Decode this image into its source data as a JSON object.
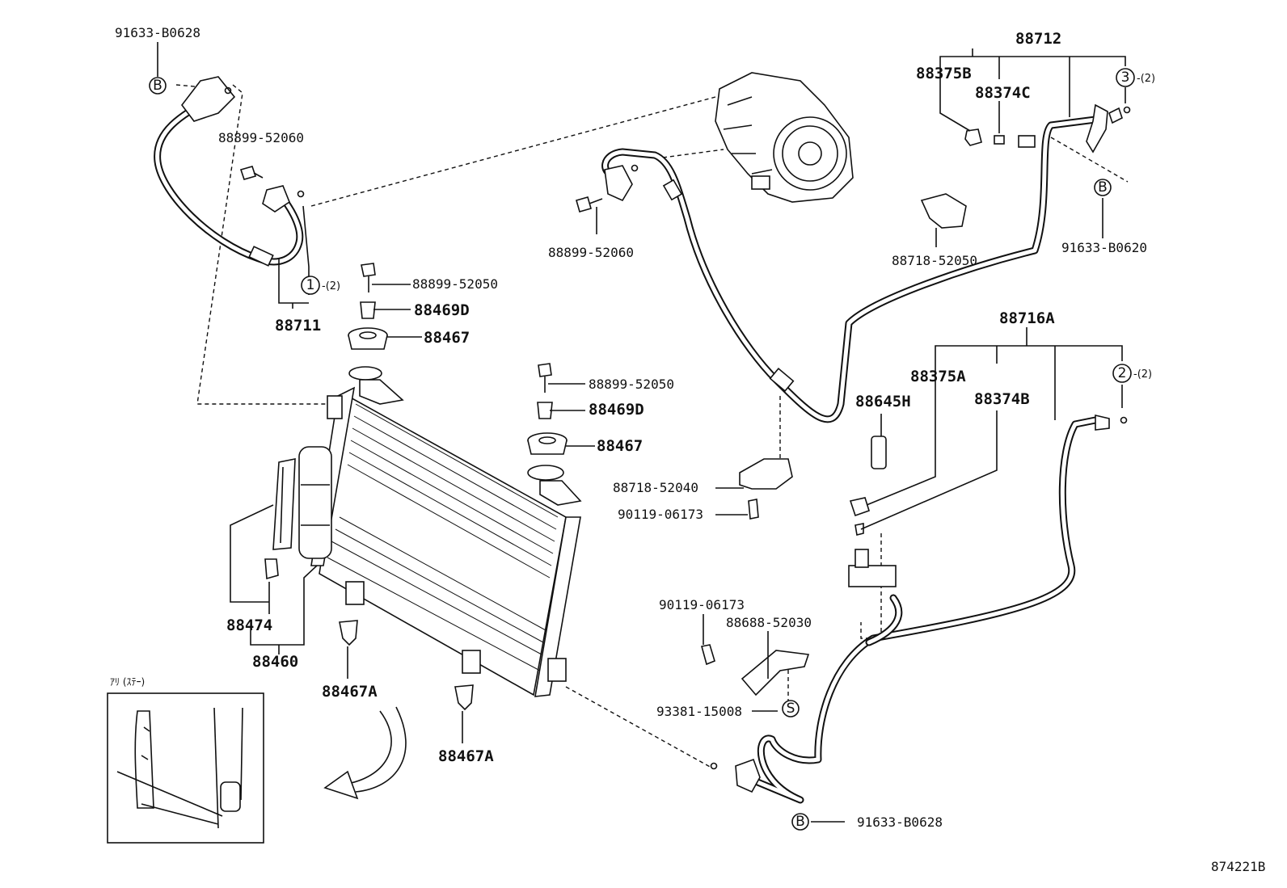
{
  "labels": {
    "p91633_b0628_top": "91633-B0628",
    "p88899_52060_left": "88899-52060",
    "p88899_52050_a": "88899-52050",
    "p88469d_a": "88469D",
    "p88467_a": "88467",
    "p88711": "88711",
    "p88899_52050_b": "88899-52050",
    "p88469d_b": "88469D",
    "p88467_b": "88467",
    "p88474": "88474",
    "p88460": "88460",
    "p88467a_left": "88467A",
    "p88467a_right": "88467A",
    "p88899_52060_mid": "88899-52060",
    "p88712": "88712",
    "p88375b": "88375B",
    "p88374c": "88374C",
    "p91633_b0620": "91633-B0620",
    "p88718_52050": "88718-52050",
    "p88716a": "88716A",
    "p88375a": "88375A",
    "p88374b": "88374B",
    "p88645h": "88645H",
    "p88718_52040": "88718-52040",
    "p90119_06173_a": "90119-06173",
    "p90119_06173_b": "90119-06173",
    "p88688_52030": "88688-52030",
    "p93381_15008": "93381-15008",
    "p91633_b0628_bottom": "91633-B0628",
    "inset_title": "ｱﾘ (ｽﾃｰ)",
    "figure_code": "874221B"
  },
  "callouts": {
    "b_top": "B",
    "b_right": "B",
    "b_bottom": "B",
    "c1": "1",
    "c2": "2",
    "c3": "3",
    "s": "S",
    "qty1": "-(2)",
    "qty2": "-(2)",
    "qty3": "-(2)"
  }
}
